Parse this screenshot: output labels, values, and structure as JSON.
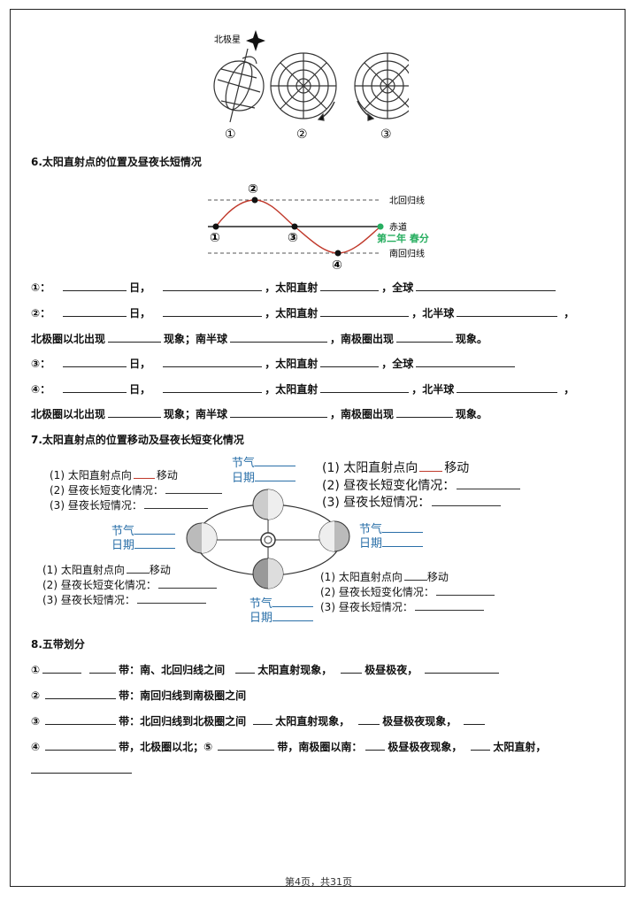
{
  "top_figure": {
    "polaris_label": "北极星",
    "labels": [
      "①",
      "②",
      "③"
    ]
  },
  "section6": {
    "title": "6.太阳直射点的位置及昼夜长短情况",
    "diagram": {
      "north_tropic": "北回归线",
      "equator": "赤道",
      "south_tropic": "南回归线",
      "next_year": "第二年 春分",
      "points": [
        "①",
        "②",
        "③",
        "④"
      ]
    },
    "row1": {
      "num": "①：",
      "t1": "日，",
      "t2": "，太阳直射",
      "t3": "，全球"
    },
    "row2": {
      "num": "②：",
      "t1": "日，",
      "t2": "，太阳直射",
      "t3": "，北半球",
      "t4": "，",
      "l2a": "北极圈以北出现",
      "l2b": "现象；南半球",
      "l2c": "，南极圈出现",
      "l2d": "现象。"
    },
    "row3": {
      "num": "③：",
      "t1": "日，",
      "t2": "，太阳直射",
      "t3": "，全球"
    },
    "row4": {
      "num": "④：",
      "t1": "日，",
      "t2": "，太阳直射",
      "t3": "，北半球",
      "t4": "，",
      "l2a": "北极圈以北出现",
      "l2b": "现象；南半球",
      "l2c": "，南极圈出现",
      "l2d": "现象。"
    }
  },
  "section7": {
    "title": "7.太阳直射点的位置移动及昼夜长短变化情况",
    "jieqi": "节气",
    "riqi": "日期",
    "q1a": "(1) 太阳直射点向",
    "q1b": "移动",
    "q2": "(2) 昼夜长短变化情况：",
    "q3": "(3) 昼夜长短情况："
  },
  "section8": {
    "title": "8.五带划分",
    "r1": {
      "num": "①",
      "a": "带：南、北回归线之间",
      "b": "太阳直射现象，",
      "c": "极昼极夜，"
    },
    "r2": {
      "num": "②",
      "a": "带：南回归线到南极圈之间"
    },
    "r3": {
      "num": "③",
      "a": "带：北回归线到北极圈之间",
      "b": "太阳直射现象，",
      "c": "极昼极夜现象，"
    },
    "r4": {
      "num": "④",
      "a": "带，北极圈以北；⑤",
      "b": "带，南极圈以南：",
      "c": "极昼极夜现象，",
      "d": "太阳直射，"
    }
  },
  "footer": "第4页，共31页"
}
